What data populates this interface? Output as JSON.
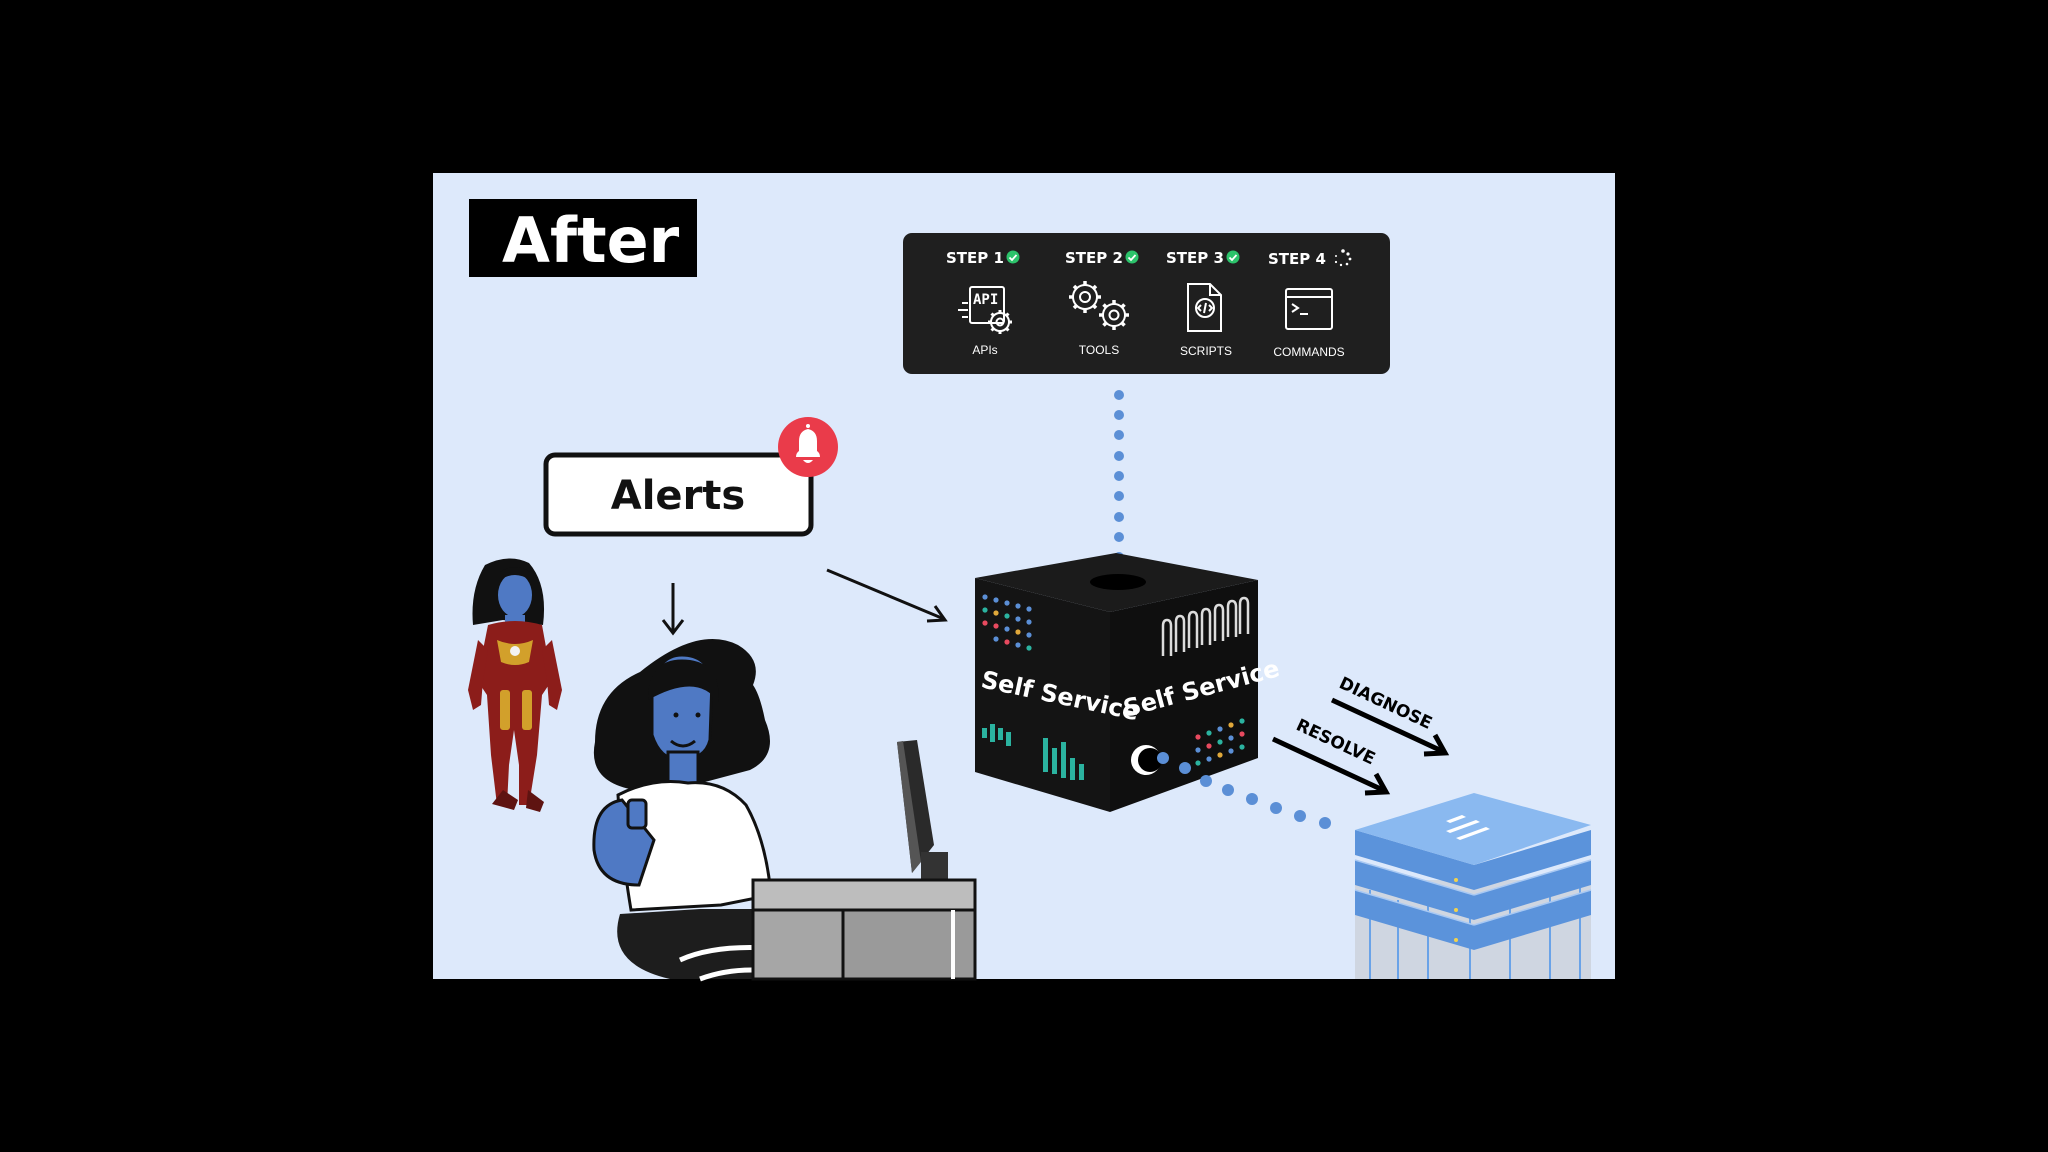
{
  "panel": {
    "title": "After",
    "background": "#dde9fb"
  },
  "alerts": {
    "label": "Alerts",
    "badge_color": "#ea3b4a"
  },
  "steps_panel": {
    "steps": [
      {
        "label": "STEP 1",
        "status": "done",
        "item": "APIs",
        "icon": "api-gear-icon"
      },
      {
        "label": "STEP 2",
        "status": "done",
        "item": "TOOLS",
        "icon": "gears-icon"
      },
      {
        "label": "STEP 3",
        "status": "done",
        "item": "SCRIPTS",
        "icon": "code-file-icon"
      },
      {
        "label": "STEP 4",
        "status": "in-progress",
        "item": "COMMANDS",
        "icon": "terminal-icon"
      }
    ],
    "api_text": "API",
    "check_color": "#2cc36b"
  },
  "cube": {
    "left_label": "Self Service",
    "right_label": "Self Service"
  },
  "actions": {
    "diagnose": "DIAGNOSE",
    "resolve": "RESOLVE"
  },
  "colors": {
    "dots": "#5b8fd6",
    "server": "#6aa3e8",
    "skin": "#4f79c4"
  }
}
